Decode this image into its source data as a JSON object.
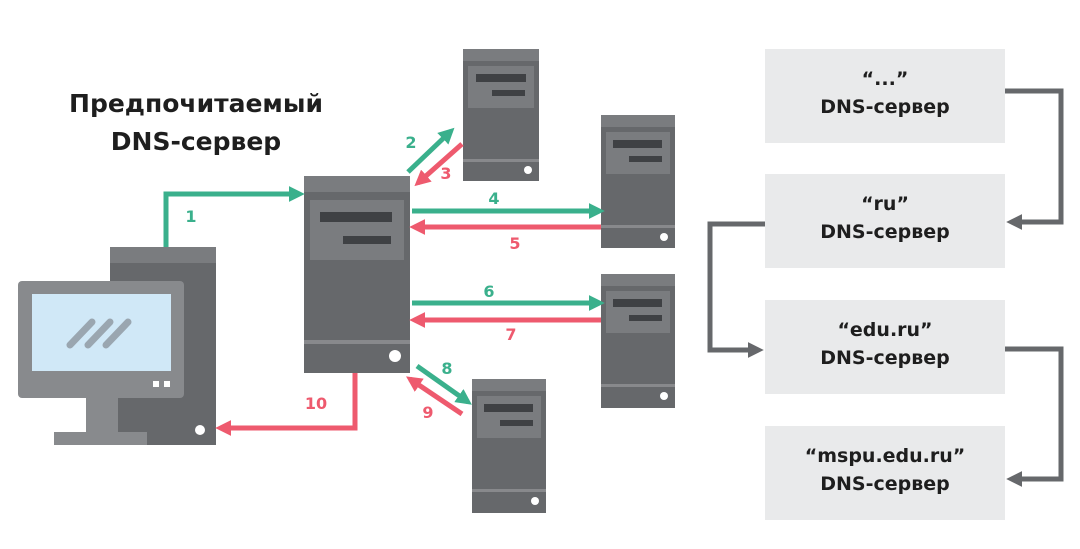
{
  "title": {
    "line1": "Предпочитаемый",
    "line2": "DNS-сервер"
  },
  "colors": {
    "request": "#3ab08c",
    "response": "#ee5a6e",
    "server_dark": "#66686b",
    "server_light": "#888a8d",
    "box_bg": "#e9eaeb",
    "chain_arrow": "#66686b"
  },
  "steps": [
    "1",
    "2",
    "3",
    "4",
    "5",
    "6",
    "7",
    "8",
    "9",
    "10"
  ],
  "hierarchy": [
    {
      "name": "“...”",
      "label": "DNS-сервер"
    },
    {
      "name": "“ru”",
      "label": "DNS-сервер"
    },
    {
      "name": "“edu.ru”",
      "label": "DNS-сервер"
    },
    {
      "name": "“mspu.edu.ru”",
      "label": "DNS-сервер"
    }
  ]
}
